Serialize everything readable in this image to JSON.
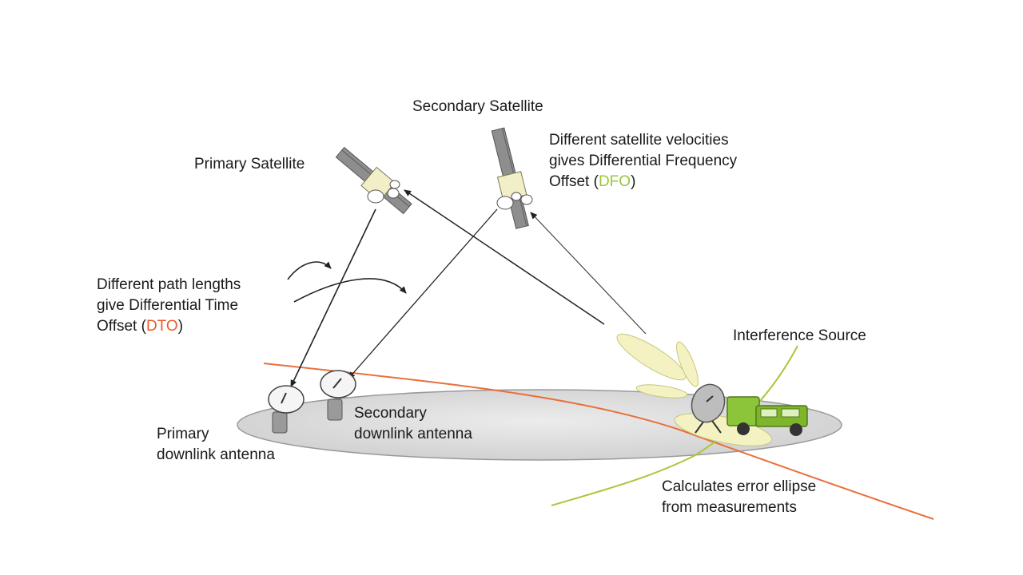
{
  "labels": {
    "secondary_satellite": "Secondary Satellite",
    "primary_satellite": "Primary Satellite",
    "dfo_note": {
      "line1": "Different satellite velocities",
      "line2": "gives Differential Frequency",
      "line3_prefix": "Offset (",
      "abbr": "DFO",
      "line3_suffix": ")"
    },
    "dto_note": {
      "line1": "Different path lengths",
      "line2": "give Differential Time",
      "line3_prefix": "Offset (",
      "abbr": "DTO",
      "line3_suffix": ")"
    },
    "interference_source": "Interference Source",
    "secondary_antenna": {
      "line1": "Secondary",
      "line2": "downlink antenna"
    },
    "primary_antenna": {
      "line1": "Primary",
      "line2": "downlink antenna"
    },
    "error_ellipse_note": {
      "line1": "Calculates error ellipse",
      "line2": "from measurements"
    }
  },
  "colors": {
    "dto_curve": "#e8703a",
    "dfo_curve": "#a8c83a",
    "ground": "#dcdcdc",
    "lobe": "#f4f2c2",
    "truck": "#7fb52b",
    "abbr_dto": "#e85a2c",
    "abbr_dfo": "#9bc53d"
  }
}
